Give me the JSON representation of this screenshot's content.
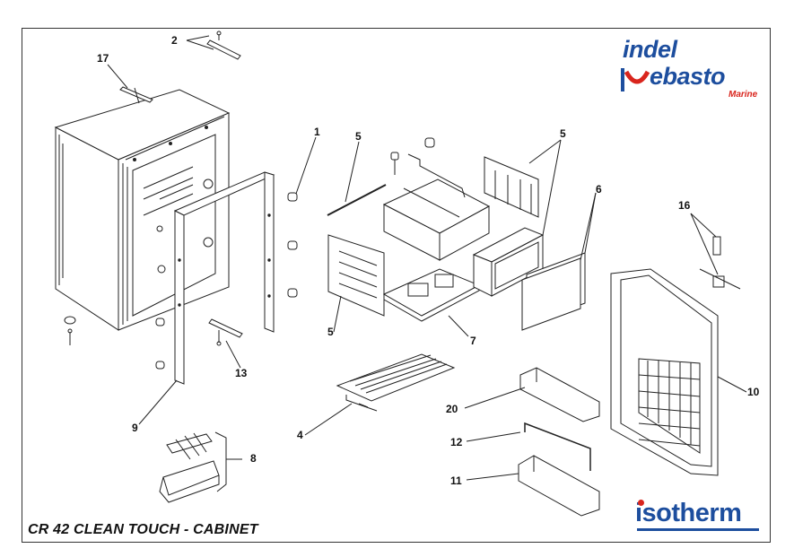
{
  "diagram": {
    "title": "CR 42 CLEAN TOUCH - CABINET",
    "labels": {
      "p1": "1",
      "p2": "2",
      "p4": "4",
      "p5a": "5",
      "p5b": "5",
      "p5c": "5",
      "p6": "6",
      "p7": "7",
      "p8": "8",
      "p9": "9",
      "p10": "10",
      "p11": "11",
      "p12": "12",
      "p13": "13",
      "p16": "16",
      "p17": "17",
      "p20": "20"
    }
  },
  "logos": {
    "indel_line1": "indel",
    "indel_line2": "ebasto",
    "indel_sub": "Marine",
    "isotherm": "isotherm"
  },
  "colors": {
    "brand_blue": "#1d4e9e",
    "brand_red": "#d9251d",
    "line": "#222222"
  }
}
